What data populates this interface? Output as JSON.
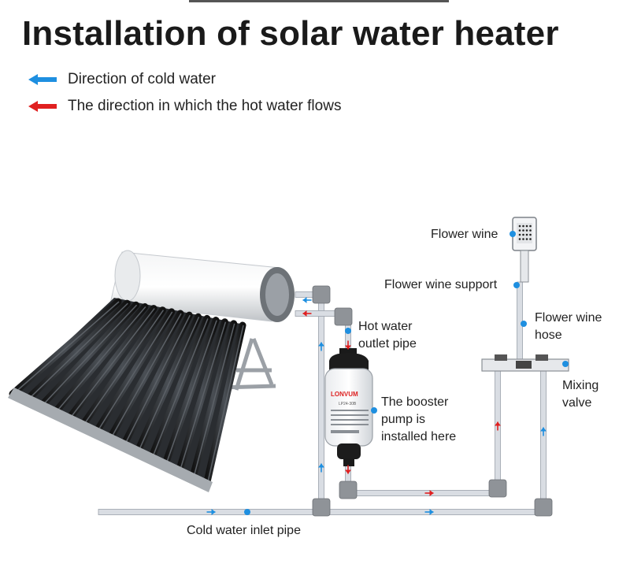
{
  "title": "Installation of solar water heater",
  "legend": [
    {
      "text": "Direction of cold water",
      "color": "#1e8fe0"
    },
    {
      "text": "The direction in which the hot water flows",
      "color": "#e02020"
    }
  ],
  "labels": {
    "flower_wine": "Flower wine",
    "flower_wine_support": "Flower wine support",
    "flower_wine_hose": "Flower wine\nhose",
    "hot_water_outlet": "Hot water\noutlet pipe",
    "booster_pump": "The booster\npump is\ninstalled here",
    "mixing_valve": "Mixing\nvalve",
    "cold_water_inlet": "Cold water inlet pipe"
  },
  "pump": {
    "brand": "LONVUM",
    "model": "LP24-30B"
  },
  "colors": {
    "cold": "#1e8fe0",
    "hot": "#e02020",
    "pipe": "#d9dde3",
    "pipe_edge": "#9aa1aa",
    "elbow": "#8f9398"
  }
}
